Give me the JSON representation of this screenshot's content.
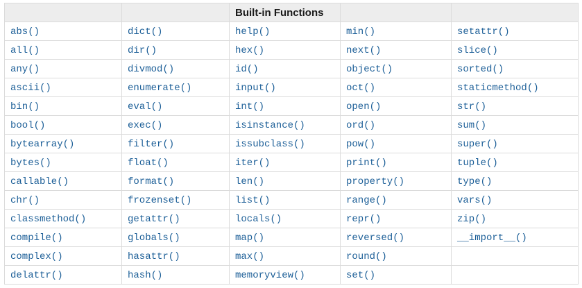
{
  "table": {
    "title": "Built-in Functions",
    "column_count": 5,
    "rows": [
      [
        "abs()",
        "dict()",
        "help()",
        "min()",
        "setattr()"
      ],
      [
        "all()",
        "dir()",
        "hex()",
        "next()",
        "slice()"
      ],
      [
        "any()",
        "divmod()",
        "id()",
        "object()",
        "sorted()"
      ],
      [
        "ascii()",
        "enumerate()",
        "input()",
        "oct()",
        "staticmethod()"
      ],
      [
        "bin()",
        "eval()",
        "int()",
        "open()",
        "str()"
      ],
      [
        "bool()",
        "exec()",
        "isinstance()",
        "ord()",
        "sum()"
      ],
      [
        "bytearray()",
        "filter()",
        "issubclass()",
        "pow()",
        "super()"
      ],
      [
        "bytes()",
        "float()",
        "iter()",
        "print()",
        "tuple()"
      ],
      [
        "callable()",
        "format()",
        "len()",
        "property()",
        "type()"
      ],
      [
        "chr()",
        "frozenset()",
        "list()",
        "range()",
        "vars()"
      ],
      [
        "classmethod()",
        "getattr()",
        "locals()",
        "repr()",
        "zip()"
      ],
      [
        "compile()",
        "globals()",
        "map()",
        "reversed()",
        "__import__()"
      ],
      [
        "complex()",
        "hasattr()",
        "max()",
        "round()",
        ""
      ],
      [
        "delattr()",
        "hash()",
        "memoryview()",
        "set()",
        ""
      ]
    ]
  },
  "colors": {
    "link": "#1B5E97",
    "header_bg": "#EDEDED",
    "border_inner": "#DBDBDB",
    "border_outer": "#C6C6C6",
    "header_text": "#1A1A1A",
    "page_bg": "#FFFFFF"
  }
}
